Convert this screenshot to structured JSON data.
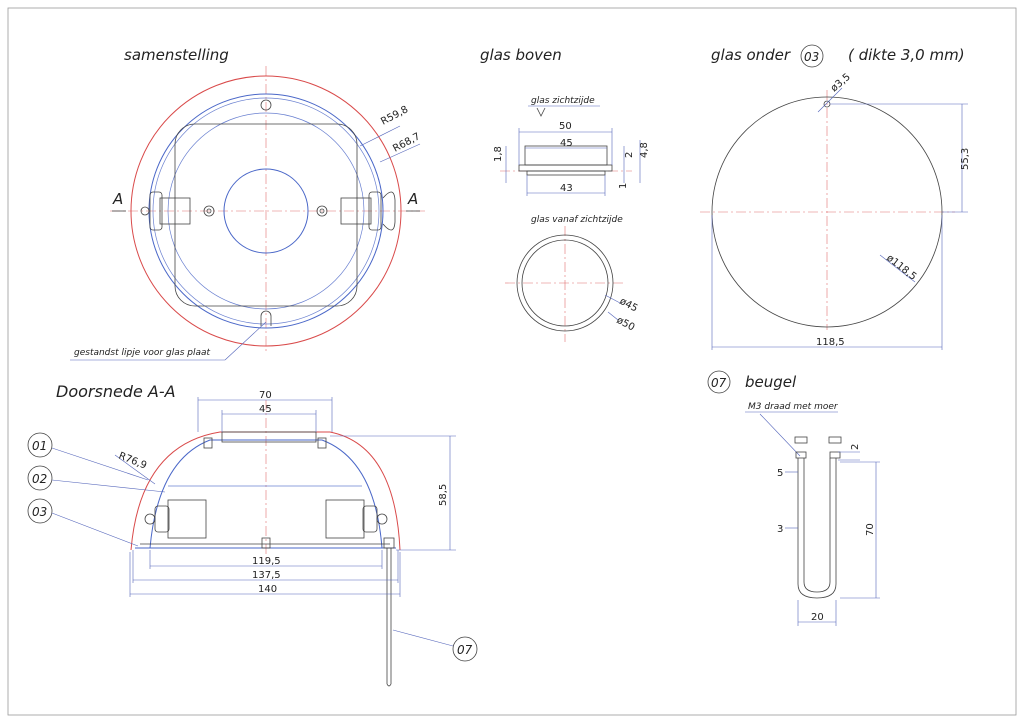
{
  "titles": {
    "assembly": "samenstelling",
    "glass_top": "glas boven",
    "glass_bottom": "glas onder",
    "glass_bottom_note": "( dikte 3,0 mm)",
    "section": "Doorsnede A-A",
    "bracket": "beugel"
  },
  "assembly": {
    "radius_inner": "R59,8",
    "radius_outer": "R68,7",
    "section_mark": "A",
    "note": "gestandst lipje voor glas plaat"
  },
  "glass_top": {
    "visible_side": "glas zichtzijde",
    "dim_top": "50",
    "dim_mid": "45",
    "dim_bottom": "43",
    "dim_left": "1,8",
    "dim_right_a": "2",
    "dim_right_b": "4,8",
    "dim_right_c": "1",
    "view_title": "glas vanaf zichtzijde",
    "dia_inner": "ø45",
    "dia_outer": "ø50"
  },
  "glass_bottom": {
    "part": "03",
    "hole": "ø3,5",
    "height": "55,3",
    "diameter": "ø118,5",
    "width": "118,5"
  },
  "section": {
    "top_outer": "70",
    "top_inner": "45",
    "radius": "R76,9",
    "height": "58,5",
    "w1": "119,5",
    "w2": "137,5",
    "w3": "140",
    "parts": [
      "01",
      "02",
      "03",
      "07"
    ]
  },
  "bracket": {
    "part": "07",
    "thread": "M3 draad met moer",
    "d_top": "2",
    "d_left": "5",
    "d_rod": "3",
    "height": "70",
    "width": "20"
  }
}
